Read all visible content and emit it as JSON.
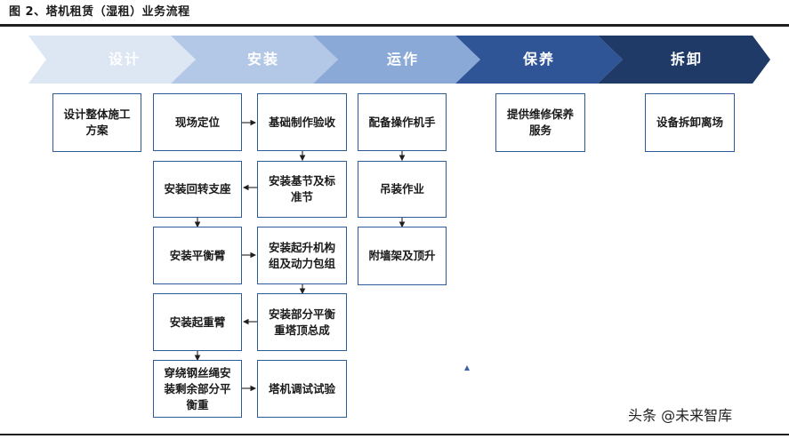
{
  "header": {
    "title": "图 2、塔机租赁（湿租）业务流程"
  },
  "stages": [
    {
      "label": "设计",
      "color": "#dde6f3",
      "text_color": "#ffffff"
    },
    {
      "label": "安装",
      "color": "#b3c7e6",
      "text_color": "#ffffff"
    },
    {
      "label": "运作",
      "color": "#8ba9d6",
      "text_color": "#ffffff"
    },
    {
      "label": "保养",
      "color": "#2f5597",
      "text_color": "#ffffff"
    },
    {
      "label": "拆卸",
      "color": "#1f3a66",
      "text_color": "#ffffff"
    }
  ],
  "boxes": {
    "design": "设计整体施工方案",
    "install_left": [
      "现场定位",
      "安装回转支座",
      "安装平衡臂",
      "安装起重臂",
      "穿绕钢丝绳安装剩余部分平衡重"
    ],
    "install_right": [
      "基础制作验收",
      "安装基节及标准节",
      "安装起升机构组及动力包组",
      "安装部分平衡重塔顶总成",
      "塔机调试试验"
    ],
    "operate": [
      "配备操作机手",
      "吊装作业",
      "附墙架及顶升"
    ],
    "maintain": "提供维修保养服务",
    "dismantle": "设备拆卸离场"
  },
  "watermark": "头条 @未来智库",
  "colors": {
    "border": "#2e5a9a",
    "arrow": "#1f1f1f"
  }
}
